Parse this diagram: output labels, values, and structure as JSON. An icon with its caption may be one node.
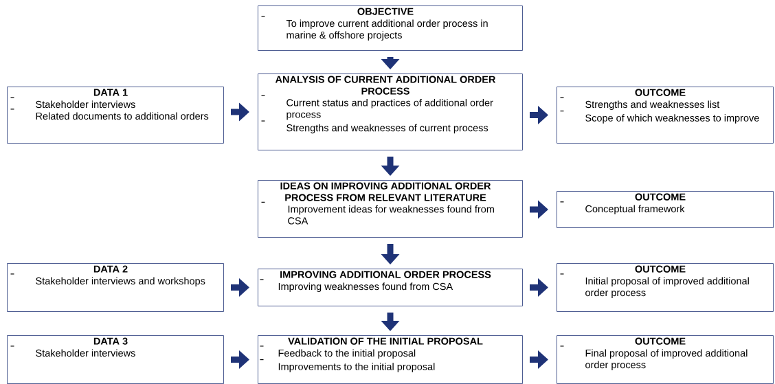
{
  "diagram": {
    "nodes": [
      {
        "text": [
          "OBJECTIVE",
          "To improve current additional order process in marine & offshore projects"
        ]
      },
      {
        "text": [
          "DATA 1",
          "Stakeholder interviews",
          "Related documents to additional orders"
        ]
      },
      {
        "text": [
          "ANALYSIS OF CURRENT ADDITIONAL ORDER PROCESS",
          "Current status and practices of additional order process",
          "Strengths and weaknesses of current process"
        ]
      },
      {
        "text": [
          "OUTCOME",
          "Strengths and weaknesses list",
          "Scope of which weaknesses to improve"
        ]
      },
      {
        "text": [
          "IDEAS ON IMPROVING ADDITIONAL ORDER PROCESS FROM RELEVANT LITERATURE",
          "Improvement ideas for weaknesses found from CSA"
        ]
      },
      {
        "text": [
          "OUTCOME",
          "Conceptual framework"
        ]
      },
      {
        "text": [
          "DATA 2",
          "Stakeholder interviews and workshops"
        ]
      },
      {
        "text": [
          "IMPROVING ADDITIONAL ORDER PROCESS",
          "Improving weaknesses found from CSA"
        ]
      },
      {
        "text": [
          "OUTCOME",
          "Initial proposal of improved additional order process"
        ]
      },
      {
        "text": [
          "DATA 3",
          "Stakeholder interviews"
        ]
      },
      {
        "text": [
          "VALIDATION OF THE INITIAL PROPOSAL",
          "Feedback to the initial proposal",
          "Improvements to the initial proposal"
        ]
      },
      {
        "text": [
          "OUTCOME",
          "Final proposal of improved additional order process"
        ]
      }
    ],
    "edges": [
      {
        "from": 0,
        "to": 2,
        "arrow": "to"
      },
      {
        "from": 1,
        "to": 2,
        "arrow": "to"
      },
      {
        "from": 2,
        "to": 3,
        "arrow": "to"
      },
      {
        "from": 2,
        "to": 4,
        "arrow": "to"
      },
      {
        "from": 4,
        "to": 5,
        "arrow": "to"
      },
      {
        "from": 4,
        "to": 7,
        "arrow": "to"
      },
      {
        "from": 6,
        "to": 7,
        "arrow": "to"
      },
      {
        "from": 7,
        "to": 8,
        "arrow": "to"
      },
      {
        "from": 7,
        "to": 10,
        "arrow": "to"
      },
      {
        "from": 9,
        "to": 10,
        "arrow": "to"
      },
      {
        "from": 10,
        "to": 11,
        "arrow": "to"
      }
    ]
  }
}
